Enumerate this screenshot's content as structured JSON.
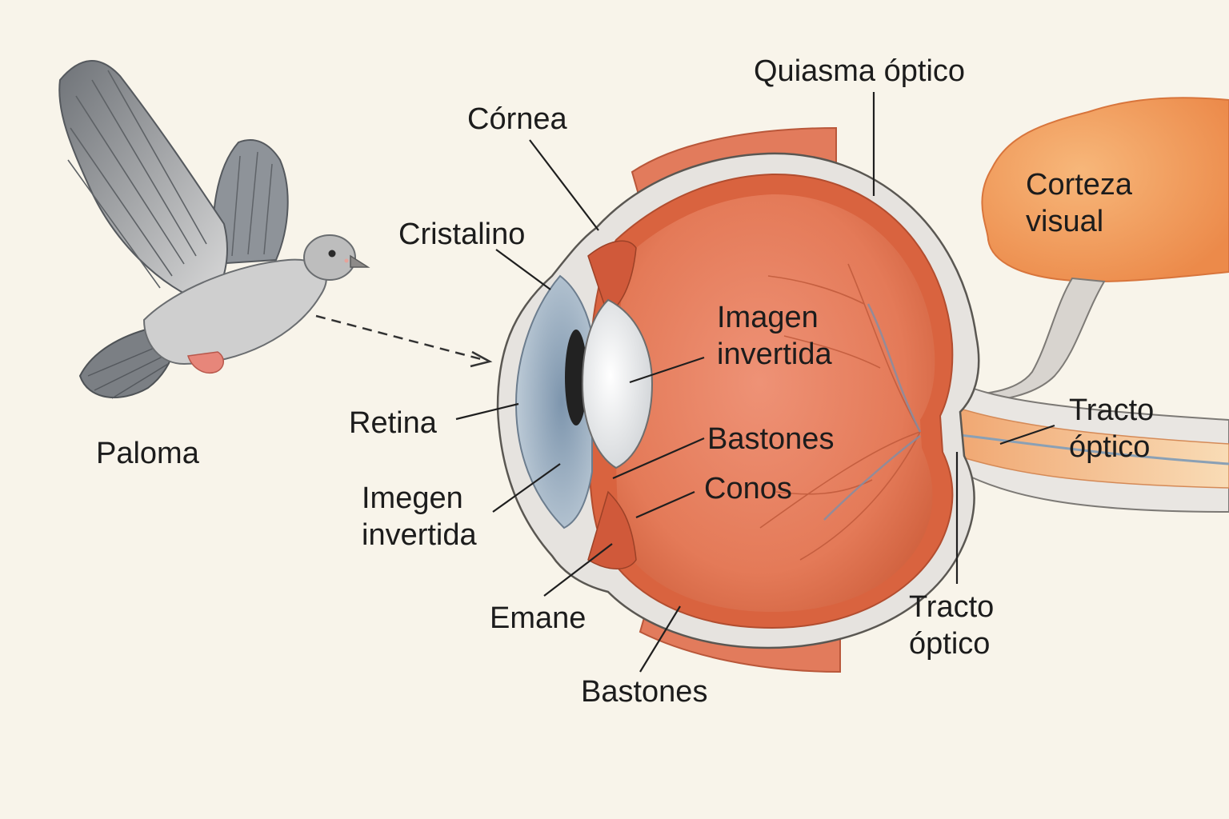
{
  "labels": {
    "paloma": "Paloma",
    "cornea": "Córnea",
    "cristalino": "Cristalino",
    "retina": "Retina",
    "imagen_izq": {
      "line1": "Imegen",
      "line2": "invertida"
    },
    "emane": "Emane",
    "bastones_bottom": "Bastones",
    "imagen_center": {
      "line1": "Imagen",
      "line2": "invertida"
    },
    "bastones_center": "Bastones",
    "conos": "Conos",
    "quiasma": "Quiasma óptico",
    "corteza": {
      "line1": "Corteza",
      "line2": "visual"
    },
    "tracto_right": {
      "line1": "Tracto",
      "line2": "óptico"
    },
    "tracto_bottom": {
      "line1": "Tracto",
      "line2": "óptico"
    }
  },
  "colors": {
    "background": "#f8f4ea",
    "sclera": "#e6e3df",
    "eyeball_interior": "#e77e5e",
    "choroid": "#d5603f",
    "iris": "#a9b9c8",
    "lens": "#e9ebec",
    "pupil": "#222222",
    "optic_nerve": "#f2b27e",
    "visual_cortex": "#f39a55",
    "pigeon_body": "#c9c9c9",
    "pigeon_feet": "#e7867a"
  },
  "icons": {
    "bird": "pigeon-illustration",
    "eye": "eye-cross-section",
    "arrow": "dashed-arrow-icon"
  }
}
